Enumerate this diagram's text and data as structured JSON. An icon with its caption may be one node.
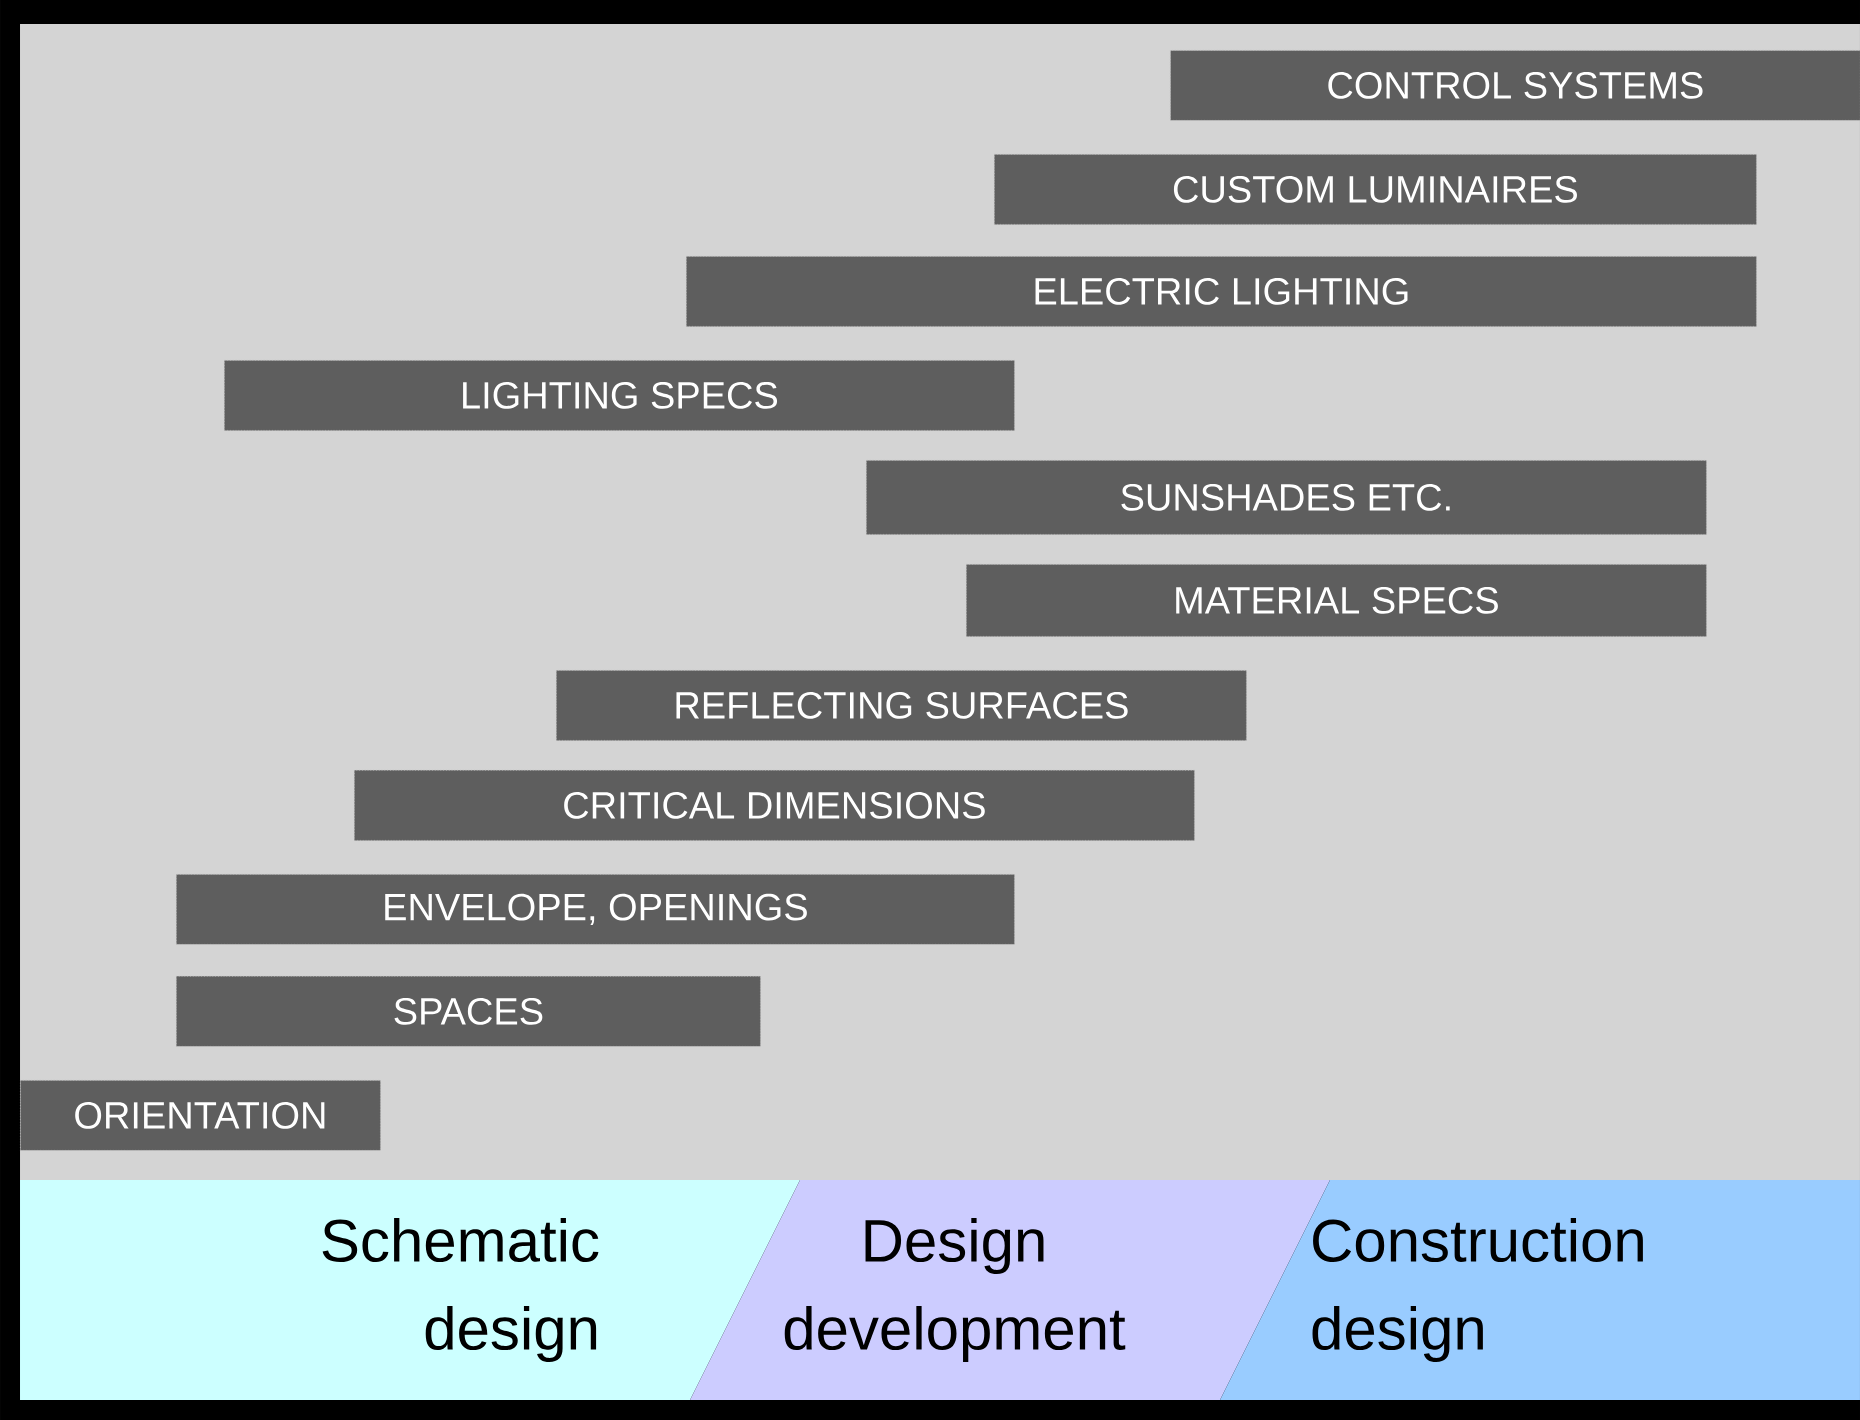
{
  "diagram": {
    "nodes": [
      {
        "text": [
          "CONTROL SYSTEMS"
        ]
      },
      {
        "text": [
          "CUSTOM LUMINAIRES"
        ]
      },
      {
        "text": [
          "ELECTRIC LIGHTING"
        ]
      },
      {
        "text": [
          "LIGHTING SPECS"
        ]
      },
      {
        "text": [
          "SUNSHADES ETC."
        ]
      },
      {
        "text": [
          "MATERIAL SPECS"
        ]
      },
      {
        "text": [
          "REFLECTING SURFACES"
        ]
      },
      {
        "text": [
          "CRITICAL DIMENSIONS"
        ]
      },
      {
        "text": [
          "ENVELOPE, OPENINGS"
        ]
      },
      {
        "text": [
          "SPACES"
        ]
      },
      {
        "text": [
          "ORIENTATION"
        ]
      },
      {
        "text": [
          "Schematic design"
        ]
      },
      {
        "text": [
          "Design development"
        ]
      },
      {
        "text": [
          "Construction design"
        ]
      }
    ]
  }
}
